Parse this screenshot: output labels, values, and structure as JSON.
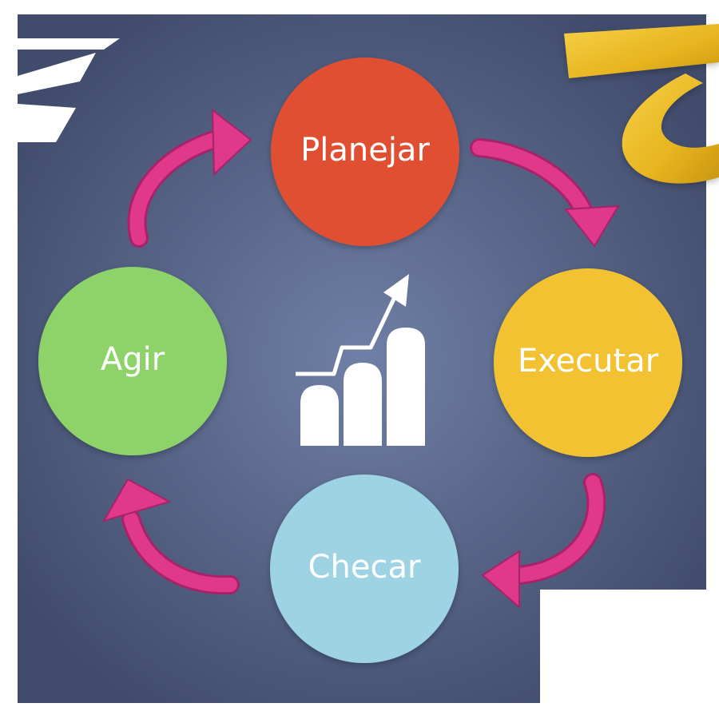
{
  "cycle": {
    "stages": [
      {
        "label": "Planejar",
        "color": "#e04f33"
      },
      {
        "label": "Executar",
        "color": "#f2c230"
      },
      {
        "label": "Checar",
        "color": "#9ed3e4"
      },
      {
        "label": "Agir",
        "color": "#8dd36a"
      }
    ],
    "arrow_color": "#e0388a",
    "center_icon": "growth-bar-chart-icon"
  },
  "colors": {
    "panel": "#4a5577",
    "panel_glow": "#6e7ea3",
    "ribbon": "#eec02a"
  }
}
